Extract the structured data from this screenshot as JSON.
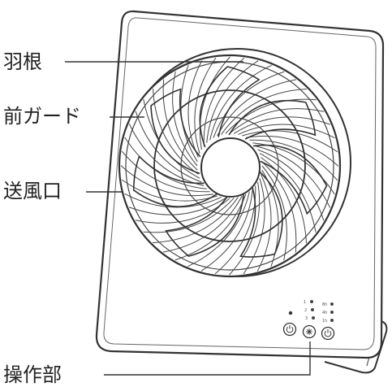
{
  "labels": {
    "blades": "羽根",
    "front_guard": "前ガード",
    "air_outlet": "送風口",
    "control_panel": "操作部"
  },
  "control_indicators": {
    "timer_marks": [
      "8h",
      "4h",
      "1h"
    ],
    "mode_marks": [
      "1",
      "2",
      "3"
    ]
  },
  "colors": {
    "line": "#333333",
    "background": "#ffffff"
  },
  "icons": [
    "power-icon",
    "fan-icon",
    "timer-icon"
  ]
}
